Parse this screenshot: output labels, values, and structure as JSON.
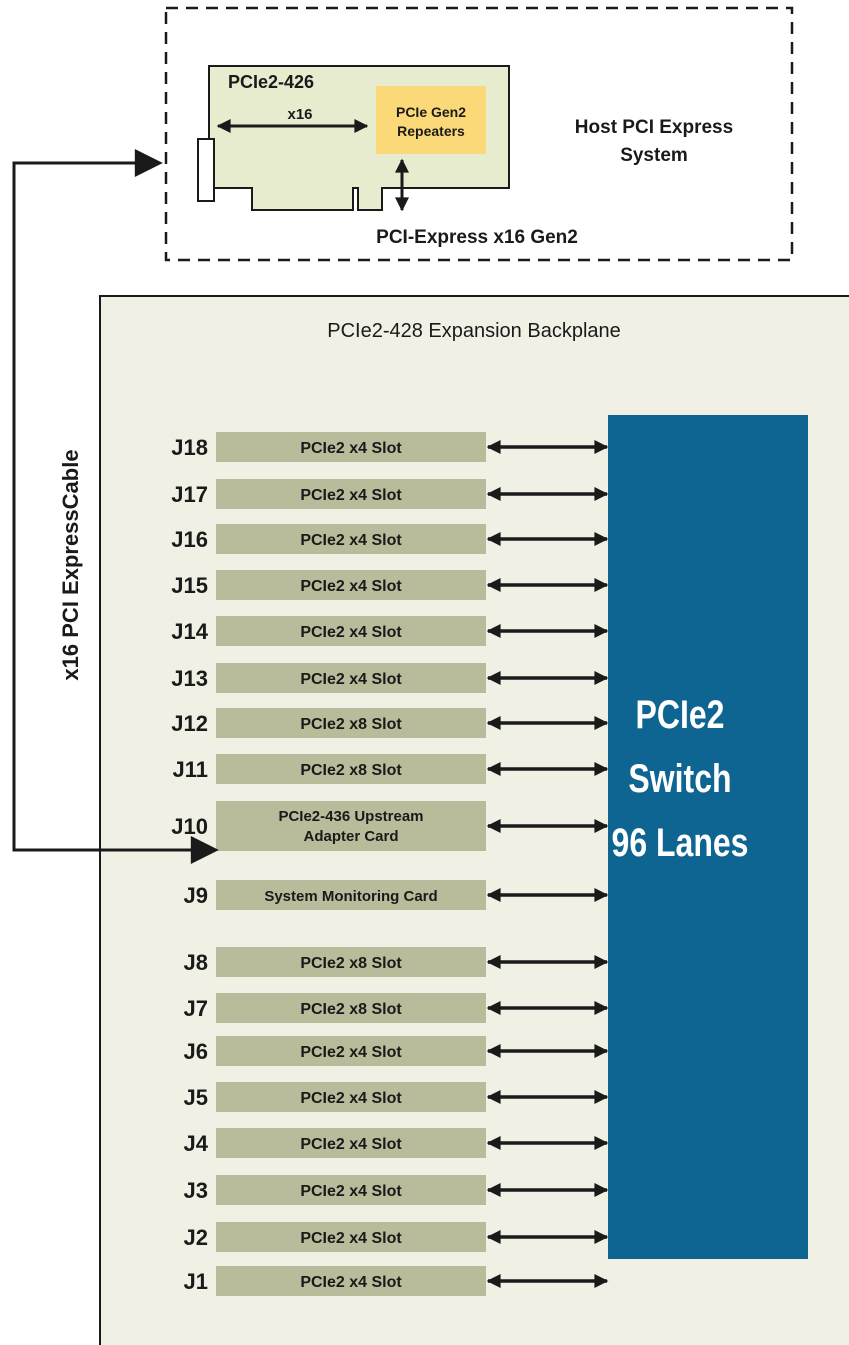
{
  "colors": {
    "card_fill": "#e8eccf",
    "repeater_fill": "#fcd978",
    "backplane_fill": "#f0f1e4",
    "slot_fill": "#b9bb9a",
    "switch_fill": "#0e6591",
    "switch_text": "#ffffff",
    "stroke": "#1a1a1a"
  },
  "host": {
    "card_name": "PCIe2-426",
    "link_width": "x16",
    "repeater_line1": "PCIe Gen2",
    "repeater_line2": "Repeaters",
    "system_line1": "Host PCI Express",
    "system_line2": "System",
    "bus_label": "PCI-Express x16 Gen2"
  },
  "cable": {
    "label": "x16 PCI ExpressCable"
  },
  "backplane": {
    "title": "PCIe2-428 Expansion Backplane",
    "switch_line1": "PCIe2",
    "switch_line2": "Switch",
    "switch_line3": "96 Lanes",
    "slots": [
      {
        "connector": "J18",
        "label": "PCIe2 x4 Slot"
      },
      {
        "connector": "J17",
        "label": "PCIe2 x4 Slot"
      },
      {
        "connector": "J16",
        "label": "PCIe2 x4 Slot"
      },
      {
        "connector": "J15",
        "label": "PCIe2 x4 Slot"
      },
      {
        "connector": "J14",
        "label": "PCIe2 x4 Slot"
      },
      {
        "connector": "J13",
        "label": "PCIe2 x4 Slot"
      },
      {
        "connector": "J12",
        "label": "PCIe2 x8 Slot"
      },
      {
        "connector": "J11",
        "label": "PCIe2 x8 Slot"
      },
      {
        "connector": "J10",
        "label": "PCIe2-436 Upstream",
        "label2": "Adapter Card"
      },
      {
        "connector": "J9",
        "label": "System Monitoring Card"
      },
      {
        "connector": "J8",
        "label": "PCIe2 x8 Slot"
      },
      {
        "connector": "J7",
        "label": "PCIe2 x8 Slot"
      },
      {
        "connector": "J6",
        "label": "PCIe2 x4 Slot"
      },
      {
        "connector": "J5",
        "label": "PCIe2 x4 Slot"
      },
      {
        "connector": "J4",
        "label": "PCIe2 x4 Slot"
      },
      {
        "connector": "J3",
        "label": "PCIe2 x4 Slot"
      },
      {
        "connector": "J2",
        "label": "PCIe2 x4 Slot"
      },
      {
        "connector": "J1",
        "label": "PCIe2 x4 Slot"
      }
    ]
  }
}
